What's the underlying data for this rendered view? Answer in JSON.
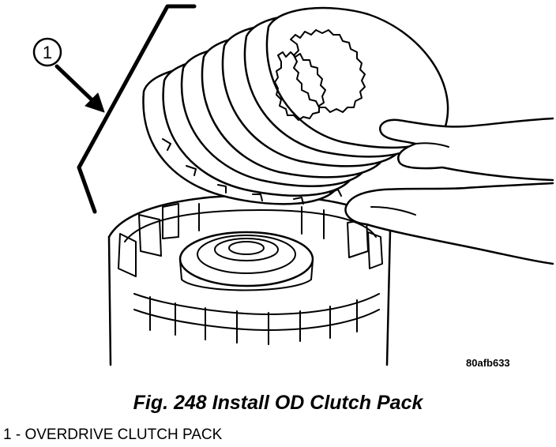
{
  "figure": {
    "callout_number": "1",
    "image_code": "80afb633",
    "caption": "Fig. 248 Install OD Clutch Pack",
    "legend": [
      {
        "text": "1 - OVERDRIVE CLUTCH PACK"
      }
    ]
  }
}
